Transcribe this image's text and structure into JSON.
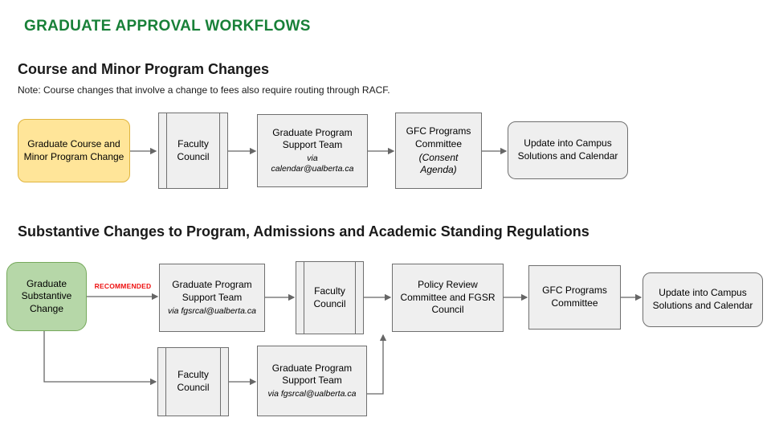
{
  "page": {
    "title": "GRADUATE APPROVAL WORKFLOWS"
  },
  "colors": {
    "title_green": "#188038",
    "heading_black": "#1a1a1a",
    "box_fill_grey": "#efefef",
    "box_border_grey": "#6f6f6f",
    "yellow_fill": "#ffe599",
    "yellow_border": "#e0b43e",
    "green_fill": "#b6d7a8",
    "green_border": "#76a95c",
    "arrow_grey": "#666666",
    "recommended_red": "#ee1111"
  },
  "flow1": {
    "heading": "Course and Minor Program Changes",
    "note": "Note: Course changes that involve a change to fees also require routing through RACF.",
    "nodes": {
      "start": {
        "label": "Graduate Course and Minor Program Change"
      },
      "faculty_council": {
        "label": "Faculty Council"
      },
      "support_team": {
        "label": "Graduate Program Support Team",
        "via": "via",
        "email": "calendar@ualberta.ca"
      },
      "gfc_committee": {
        "label": "GFC Programs Committee",
        "sub": "(Consent Agenda)"
      },
      "update": {
        "label": "Update into Campus Solutions and Calendar"
      }
    }
  },
  "flow2": {
    "heading": "Substantive Changes to Program, Admissions and Academic Standing Regulations",
    "recommended_label": "RECOMMENDED",
    "nodes": {
      "start": {
        "label": "Graduate Substantive Change"
      },
      "support_team": {
        "label": "Graduate Program Support Team",
        "sub": "via fgsrcal@ualberta.ca"
      },
      "faculty_council": {
        "label": "Faculty Council"
      },
      "policy_review": {
        "label": "Policy Review Committee and FGSR Council"
      },
      "gfc_committee": {
        "label": "GFC Programs Committee"
      },
      "update": {
        "label": "Update into Campus Solutions and Calendar"
      },
      "alt_faculty_council": {
        "label": "Faculty Council"
      },
      "alt_support_team": {
        "label": "Graduate Program Support Team",
        "sub": "via fgsrcal@ualberta.ca"
      }
    }
  }
}
